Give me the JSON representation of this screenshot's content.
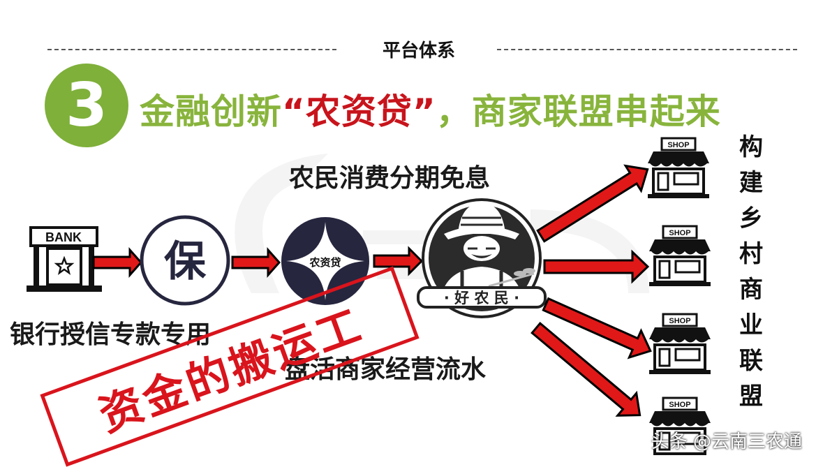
{
  "header": {
    "title": "平台体系"
  },
  "number": "3",
  "headline": {
    "part1": "金融创新",
    "part2": "“农资贷”",
    "part3": "，商家联盟串起来"
  },
  "nodes": {
    "bank_sign": "BANK",
    "guarantee_char": "保",
    "loan_label": "农资贷",
    "farmer_badge": "· 好 农 民 ·",
    "shop_sign": "SHOP"
  },
  "labels": {
    "bank_credit": "银行授信专款专用",
    "farmer_installment": "农民消费分期免息",
    "merchant_flow": "盘活商家经营流水"
  },
  "vertical_text": [
    "构",
    "建",
    "乡",
    "村",
    "商",
    "业",
    "联",
    "盟"
  ],
  "stamp": "资金的搬运工",
  "watermark": "头条 @云南三农通",
  "colors": {
    "green": "#7fb03a",
    "red": "#c8141c",
    "arrow": "#e01818",
    "navy": "#26263f"
  }
}
